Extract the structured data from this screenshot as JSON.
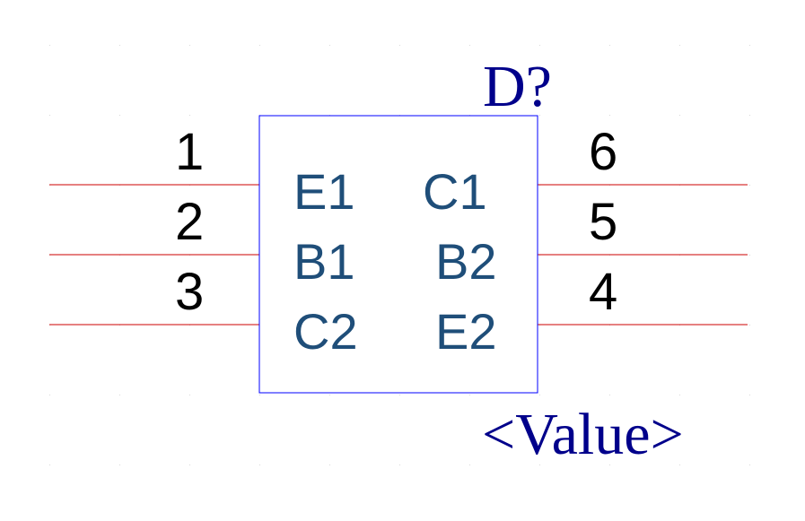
{
  "component": {
    "designator": "D?",
    "value": "<Value>"
  },
  "pins": [
    {
      "number": "1",
      "name": "E1",
      "side": "left"
    },
    {
      "number": "2",
      "name": "B1",
      "side": "left"
    },
    {
      "number": "3",
      "name": "C2",
      "side": "left"
    },
    {
      "number": "6",
      "name": "C1",
      "side": "right"
    },
    {
      "number": "5",
      "name": "B2",
      "side": "right"
    },
    {
      "number": "4",
      "name": "E2",
      "side": "right"
    }
  ],
  "colors": {
    "body_outline": "#0000ff",
    "pin_line": "#cc0000",
    "pin_number": "#000000",
    "pin_name": "#1f4e79",
    "label": "#00008b",
    "grid_dot": "#d8d8d8"
  },
  "grid": true
}
